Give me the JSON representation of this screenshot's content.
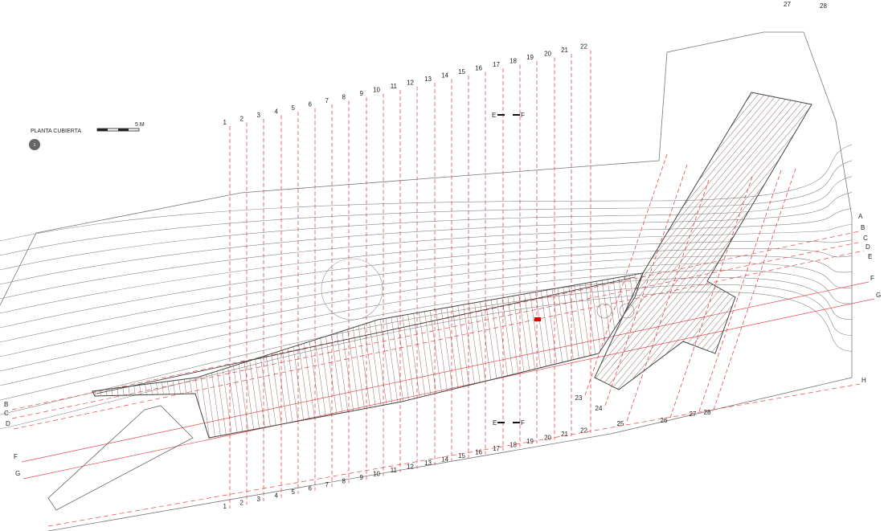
{
  "title": "PLANTA CUBIERTA",
  "scale_label": "5 M",
  "sheet_number": "1",
  "grid_axes": [
    "1",
    "2",
    "3",
    "4",
    "5",
    "6",
    "7",
    "8",
    "9",
    "10",
    "11",
    "12",
    "13",
    "14",
    "15",
    "16",
    "17",
    "18",
    "19",
    "20",
    "21",
    "22"
  ],
  "secondary_axes": [
    "23",
    "24",
    "25",
    "26",
    "27",
    "28"
  ],
  "top_axes": [
    "27",
    "28"
  ],
  "section_labels_right": [
    "A",
    "B",
    "C",
    "D",
    "E",
    "F",
    "G",
    "H"
  ],
  "section_labels_left": [
    "B",
    "C",
    "D",
    "F",
    "G"
  ],
  "section_cut": {
    "left": "E",
    "right": "F"
  },
  "colors": {
    "axis": "#e8474a",
    "line": "#555555",
    "highlight": "#e00000",
    "dim": "#8a8ad0"
  }
}
